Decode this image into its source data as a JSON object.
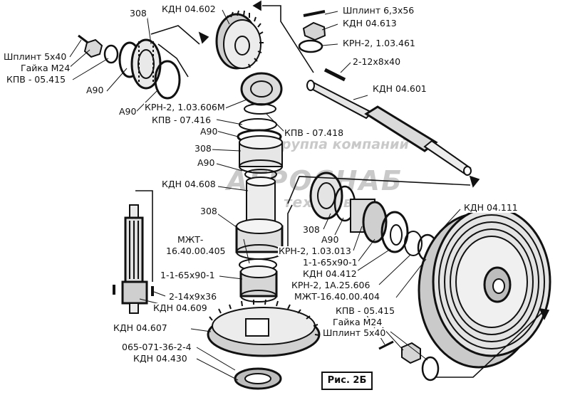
{
  "figure_label": "Рис. 2Б",
  "watermark": {
    "line1": "группа компаний",
    "line2": "АГРОСНАБ",
    "line3": "техсервис"
  },
  "labels": {
    "l308_top": "308",
    "kdn04602": "КДН 04.602",
    "shplint_6_3x56": "Шплинт 6,3x56",
    "kdn04613": "КДН 04.613",
    "krn2_103461": "КРН-2, 1.03.461",
    "key_2_12x8x40": "2-12x8x40",
    "shplint_5x40_top": "Шплинт 5x40",
    "gaika_m24_top": "Гайка М24",
    "kpv05415_top": "КПВ - 05.415",
    "a90_left": "А90",
    "kdn04601": "КДН 04.601",
    "a90_lower": "А90",
    "krn2_103606m": "КРН-2, 1.03.606М",
    "kpv07416": "КПВ - 07.416",
    "a90_mid": "А90",
    "kpv07418": "КПВ - 07.418",
    "l308_mid": "308",
    "a90_shaft": "А90",
    "kdn04608": "КДН 04.608",
    "kdn04111": "КДН 04.111",
    "l308_low": "308",
    "l308_right": "308",
    "a90_right": "А90",
    "mzht_1640_405_line1": "МЖТ-",
    "mzht_1640_405_line2": "16.40.00.405",
    "krn2_103013": "КРН-2, 1.03.013",
    "cuff_1165x90_right": "1-1-65x90-1",
    "kdn04412": "КДН 04.412",
    "cuff_1165x90_left": "1-1-65x90-1",
    "krn2_1a25606": "КРН-2, 1А.25.606",
    "key_2_14x9x36": "2-14x9x36",
    "mzht_1640_404": "МЖТ-16.40.00.404",
    "kdn04609": "КДН 04.609",
    "kpv05415_bottom": "КПВ - 05.415",
    "kdn04607": "КДН 04.607",
    "gaika_m24_bottom": "Гайка М24",
    "shplint_5x40_bottom": "Шплинт 5x40",
    "oring_065": "065-071-36-2-4",
    "kdn04430": "КДН 04.430"
  }
}
